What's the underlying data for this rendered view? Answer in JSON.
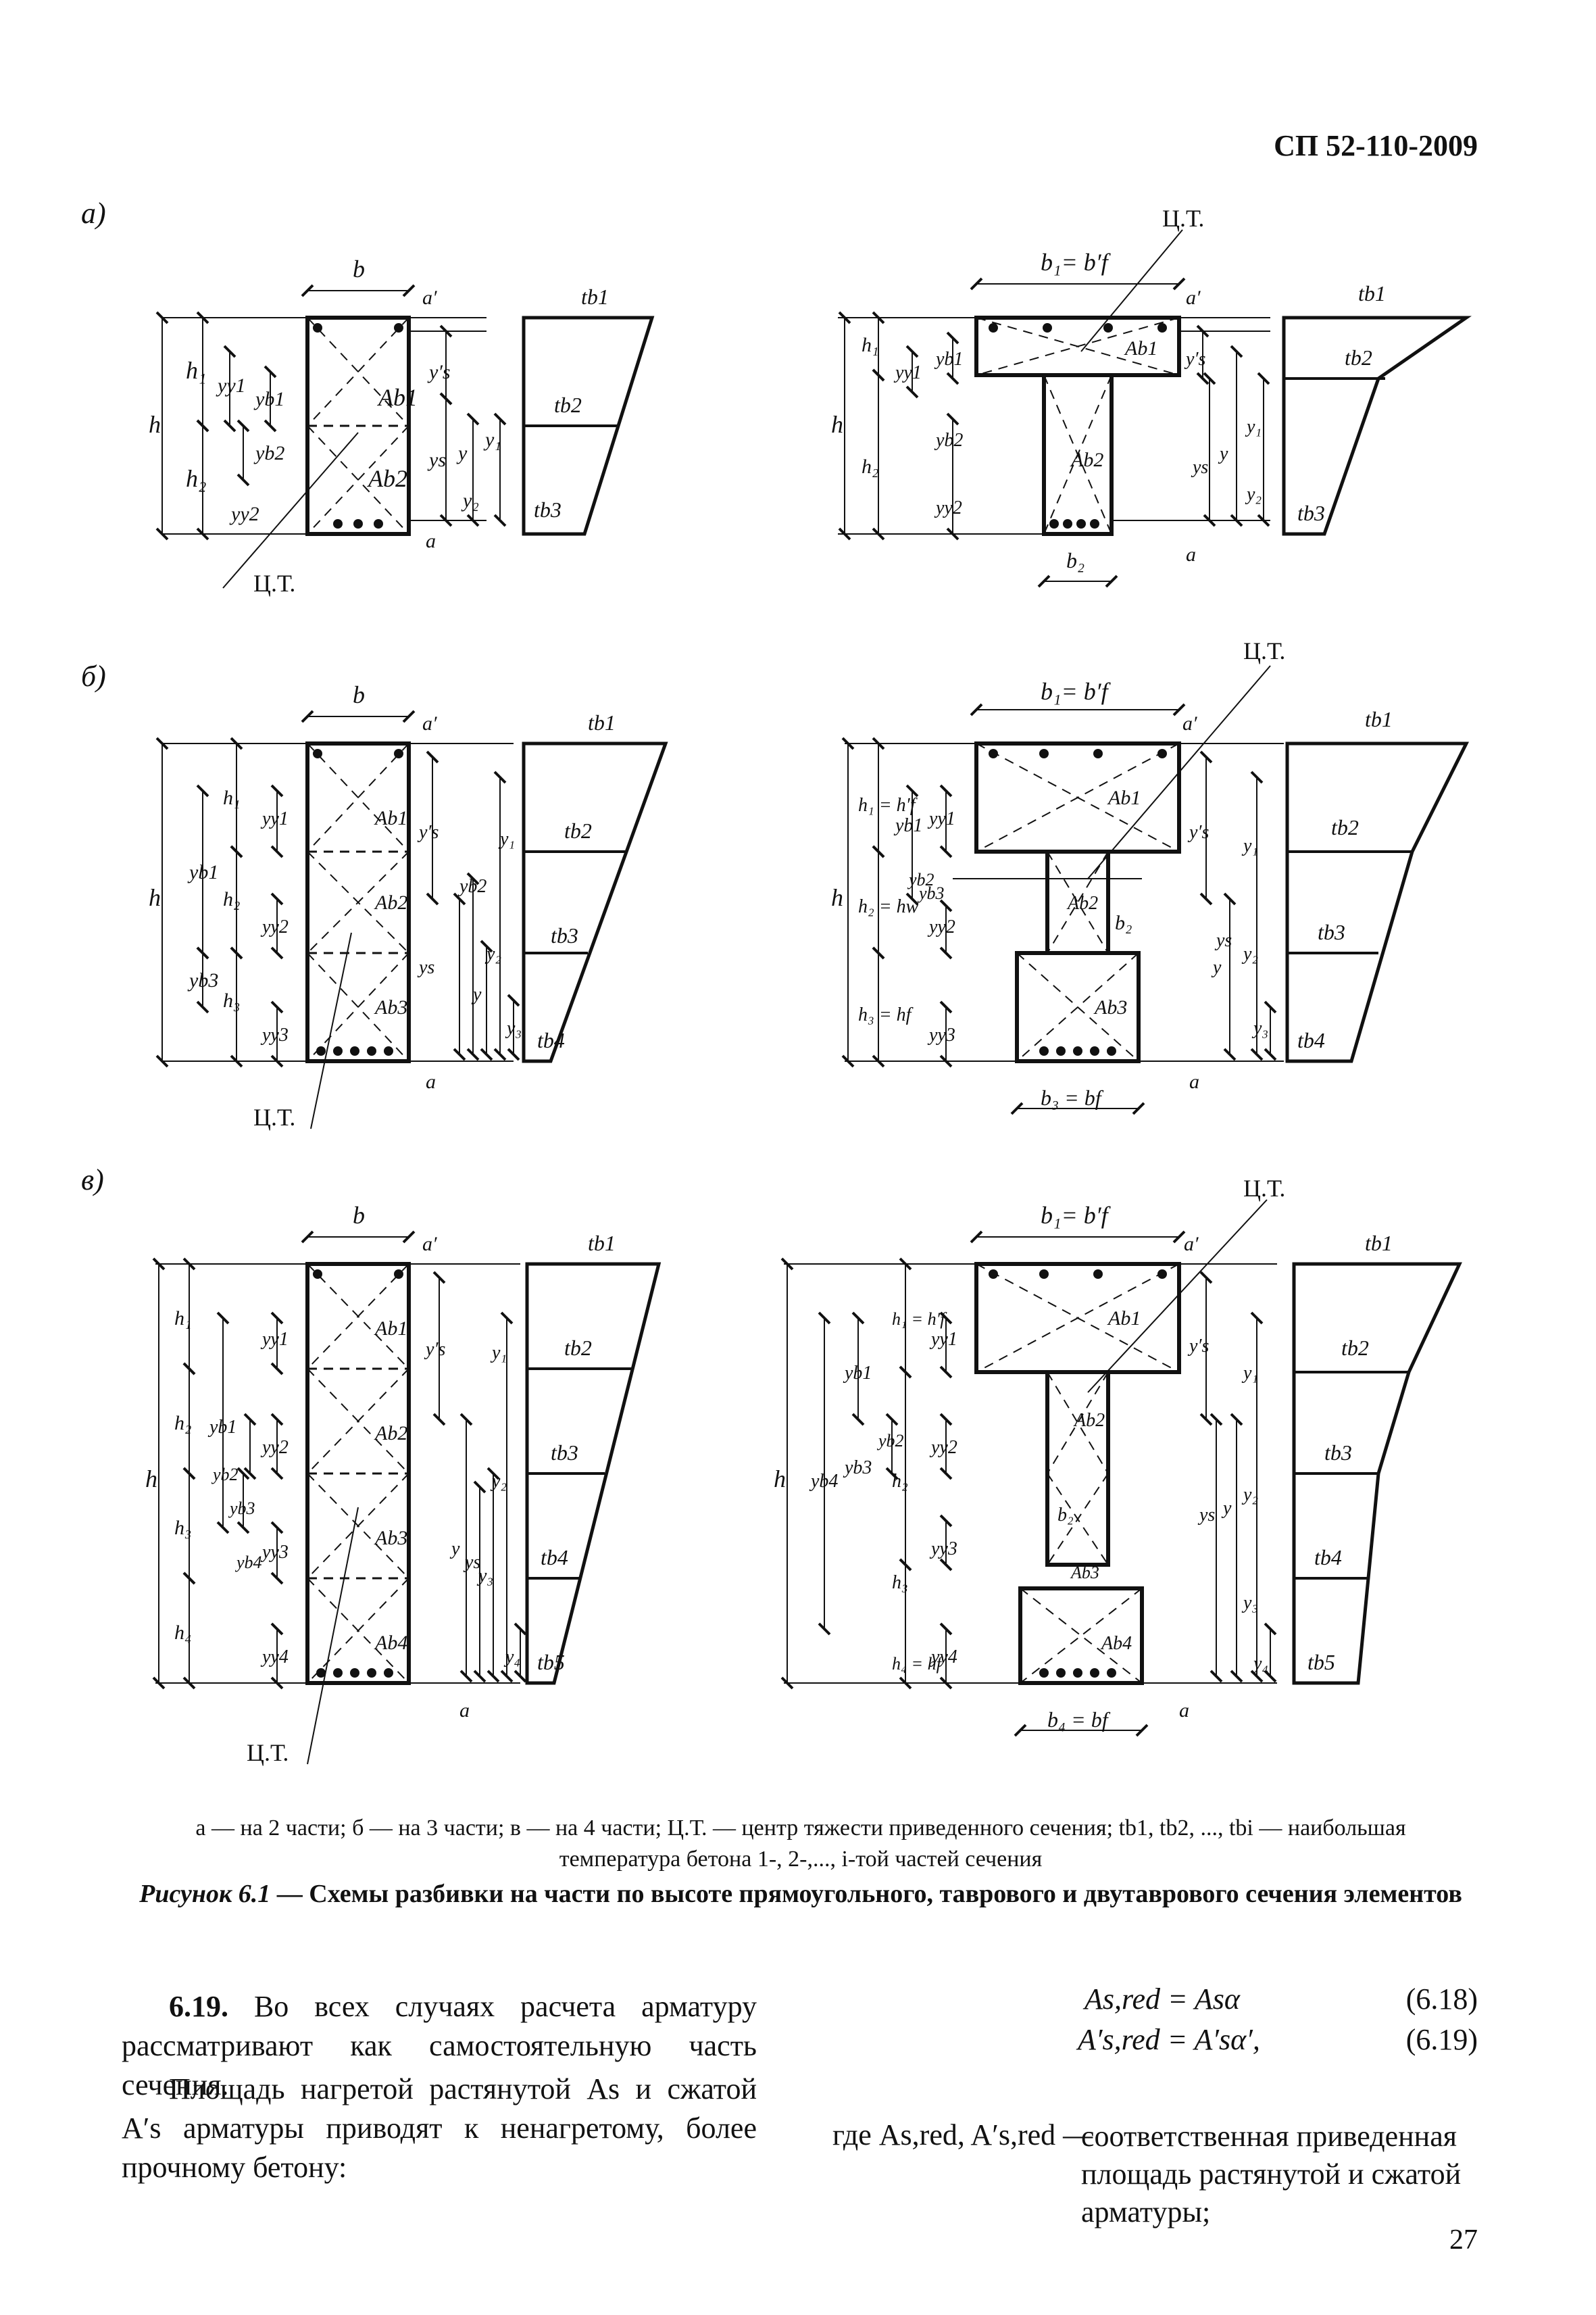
{
  "header": {
    "standard": "СП 52-110-2009"
  },
  "figure": {
    "panel_labels": [
      "а)",
      "б)",
      "в)"
    ],
    "labels": {
      "ct": "Ц.Т.",
      "b": "b",
      "b1_eq_bf": "b₁= b′f",
      "b2": "b₂",
      "b3_eq_bf": "b₃ = bf",
      "b4_eq_bf": "b₄ = bf",
      "a": "a",
      "a_prime": "a′",
      "h": "h",
      "h1": "h₁",
      "h2": "h₂",
      "h3": "h₃",
      "h4": "h₄",
      "h1_eq_hf": "h₁ = h′f",
      "h2_eq_hw": "h₂ = hw",
      "h3_eq_hf": "h₃ = hf",
      "h4_eq_hf": "h₄ = hf",
      "y": "y",
      "y1": "y₁",
      "y2": "y₂",
      "y3": "y₃",
      "y4": "y₄",
      "ys": "ys",
      "ys_prime": "y′s",
      "yb1": "yb1",
      "yb2": "yb2",
      "yb3": "yb3",
      "yb4": "yb4",
      "yy1": "yy1",
      "yy2": "yy2",
      "yy3": "yy3",
      "yy4": "yy4",
      "Ab1": "Ab1",
      "Ab2": "Ab2",
      "Ab3": "Ab3",
      "Ab4": "Ab4",
      "tb1": "tb1",
      "tb2": "tb2",
      "tb3": "tb3",
      "tb4": "tb4",
      "tb5": "tb5"
    },
    "legend": "а — на 2 части; б — на 3 части; в — на 4 части; Ц.Т. — центр тяжести приведенного сечения; tb1, tb2, ..., tbi — наибольшая температура бетона 1-, 2-,..., i-той частей сечения",
    "legend_line1": "а — на 2 части; б — на 3 части; в — на 4 части; Ц.Т. — центр тяжести приведенного сечения; tb1, tb2, ..., tbi — наибольшая",
    "legend_line2": "температура бетона 1-, 2-,..., i-той частей сечения",
    "title_label": "Рисунок 6.1",
    "title_text": " — Схемы разбивки на части по высоте прямоугольного, таврового и двутаврового сечения элементов"
  },
  "text": {
    "para_619_num": "6.19.",
    "para_619": " Во всех случаях расчета арматуру рассматривают как самостоятельную часть сечения.",
    "para_heated": "Площадь нагретой растянутой As и сжатой A′s арматуры приводят к ненагретому, более прочному бетону:",
    "formula_618": "As,red = Asα",
    "eq_618": "(6.18)",
    "formula_619": "A′s,red = A′sα′,",
    "eq_619": "(6.19)",
    "where_label": "где As,red, A′s,red —",
    "where_desc": "соответственная приведенная площадь растянутой и сжатой арматуры;"
  },
  "page_number": "27"
}
